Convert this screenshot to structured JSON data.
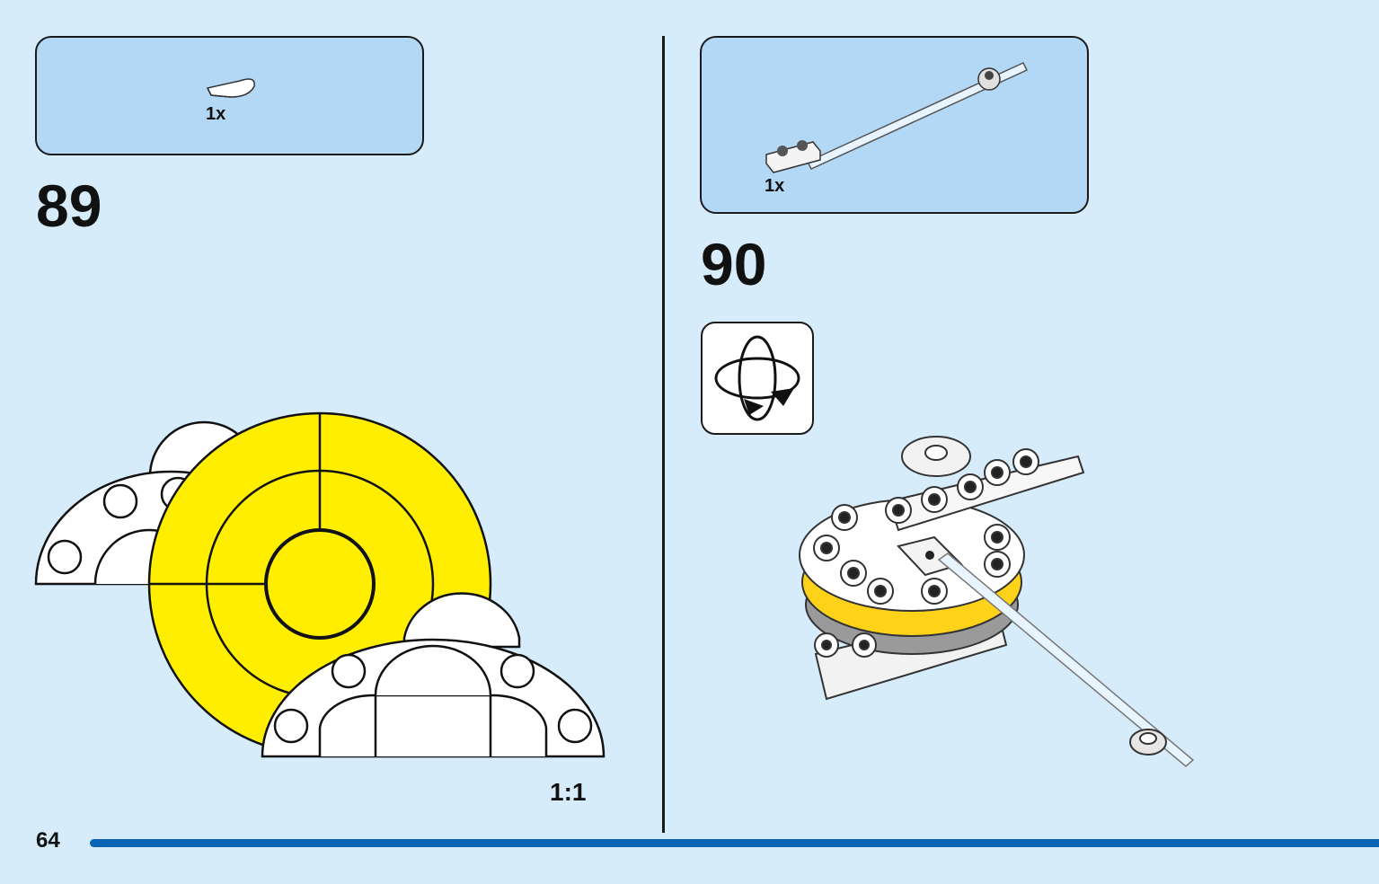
{
  "steps": [
    {
      "number": "89",
      "parts_qty": "1x",
      "scale_label": "1:1"
    },
    {
      "number": "90",
      "parts_qty": "1x"
    }
  ],
  "icons": {
    "step89_part": "white-quarter-round-tile-icon",
    "step90_part": "transparent-bar-with-plate-icon",
    "rotate": "rotate-model-icon"
  },
  "colors": {
    "background": "#d6ecfb",
    "parts_box": "#b2d8f5",
    "accent_yellow": "#ffee00",
    "page_bar": "#0a64b4"
  },
  "footer": {
    "page_number": "64"
  }
}
